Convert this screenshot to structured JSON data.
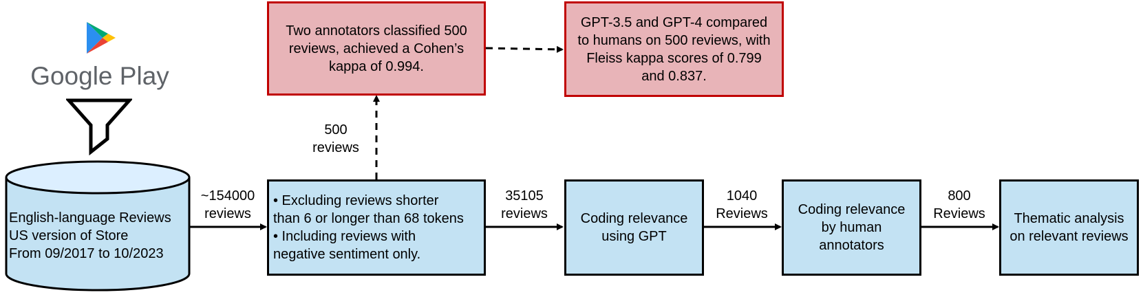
{
  "source": {
    "brand_name": "Google Play",
    "logo_icon": "google-play-logo-icon",
    "filter_icon": "funnel-filter-icon",
    "colors": {
      "play_green": "#01a873",
      "play_blue": "#2b8ff0",
      "play_yellow": "#ffc107",
      "play_red": "#ea4335",
      "brand_text": "#5f6368"
    }
  },
  "database": {
    "lines": [
      "English-language Reviews",
      "US version of Store",
      "From 09/2017 to 10/2023"
    ],
    "fill": "#c3e2f3",
    "top_fill": "#dcefff"
  },
  "edges": {
    "db_to_filter": [
      "~154000",
      "reviews"
    ],
    "filter_to_gpt": [
      "35105",
      "reviews"
    ],
    "gpt_to_human": [
      "1040",
      "Reviews"
    ],
    "human_to_thematic": [
      "800",
      "Reviews"
    ],
    "filter_to_annotators": [
      "500",
      "reviews"
    ]
  },
  "nodes": {
    "filter": {
      "lines": [
        "• Excluding reviews shorter",
        "than 6 or longer than 68 tokens",
        "• Including reviews with",
        "negative sentiment only."
      ]
    },
    "gpt_coding": {
      "lines": [
        "Coding relevance",
        "using GPT"
      ]
    },
    "human_coding": {
      "lines": [
        "Coding relevance",
        "by human",
        "annotators"
      ]
    },
    "thematic": {
      "lines": [
        "Thematic analysis",
        "on relevant reviews"
      ]
    },
    "annotators": {
      "lines": [
        "Two annotators classified 500",
        "reviews, achieved a Cohen’s",
        "kappa of 0.994."
      ]
    },
    "gpt_compare": {
      "lines": [
        "GPT-3.5 and GPT-4 compared",
        "to humans on 500 reviews, with",
        "Fleiss kappa scores of 0.799",
        "and 0.837."
      ]
    }
  },
  "colors": {
    "process_fill": "#c3e2f3",
    "validation_fill": "#e8b4b8",
    "validation_border": "#c00000",
    "arrow": "#000000"
  }
}
